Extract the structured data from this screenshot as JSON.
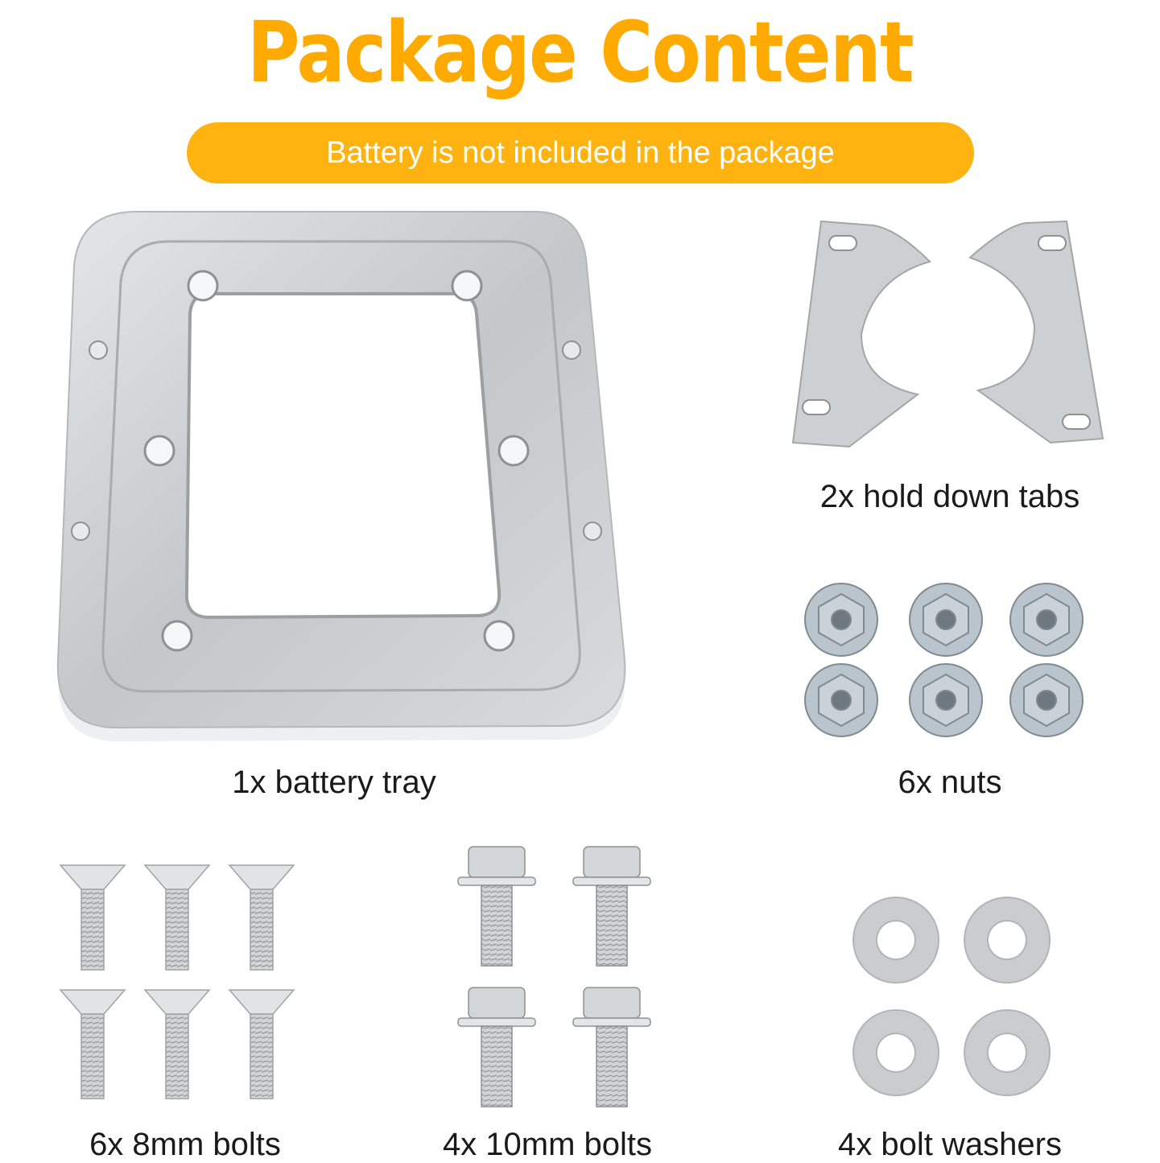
{
  "title": "Package Content",
  "banner": "Battery is not included in the package",
  "items": [
    {
      "caption": "1x battery tray"
    },
    {
      "caption": "2x hold down tabs"
    },
    {
      "caption": "6x nuts"
    },
    {
      "caption": "6x 8mm bolts"
    },
    {
      "caption": "4x 10mm bolts"
    },
    {
      "caption": "4x bolt washers"
    }
  ],
  "colors": {
    "accent": "#FFAA00",
    "banner": "#FFB311",
    "metal": "#C9CCCF"
  }
}
